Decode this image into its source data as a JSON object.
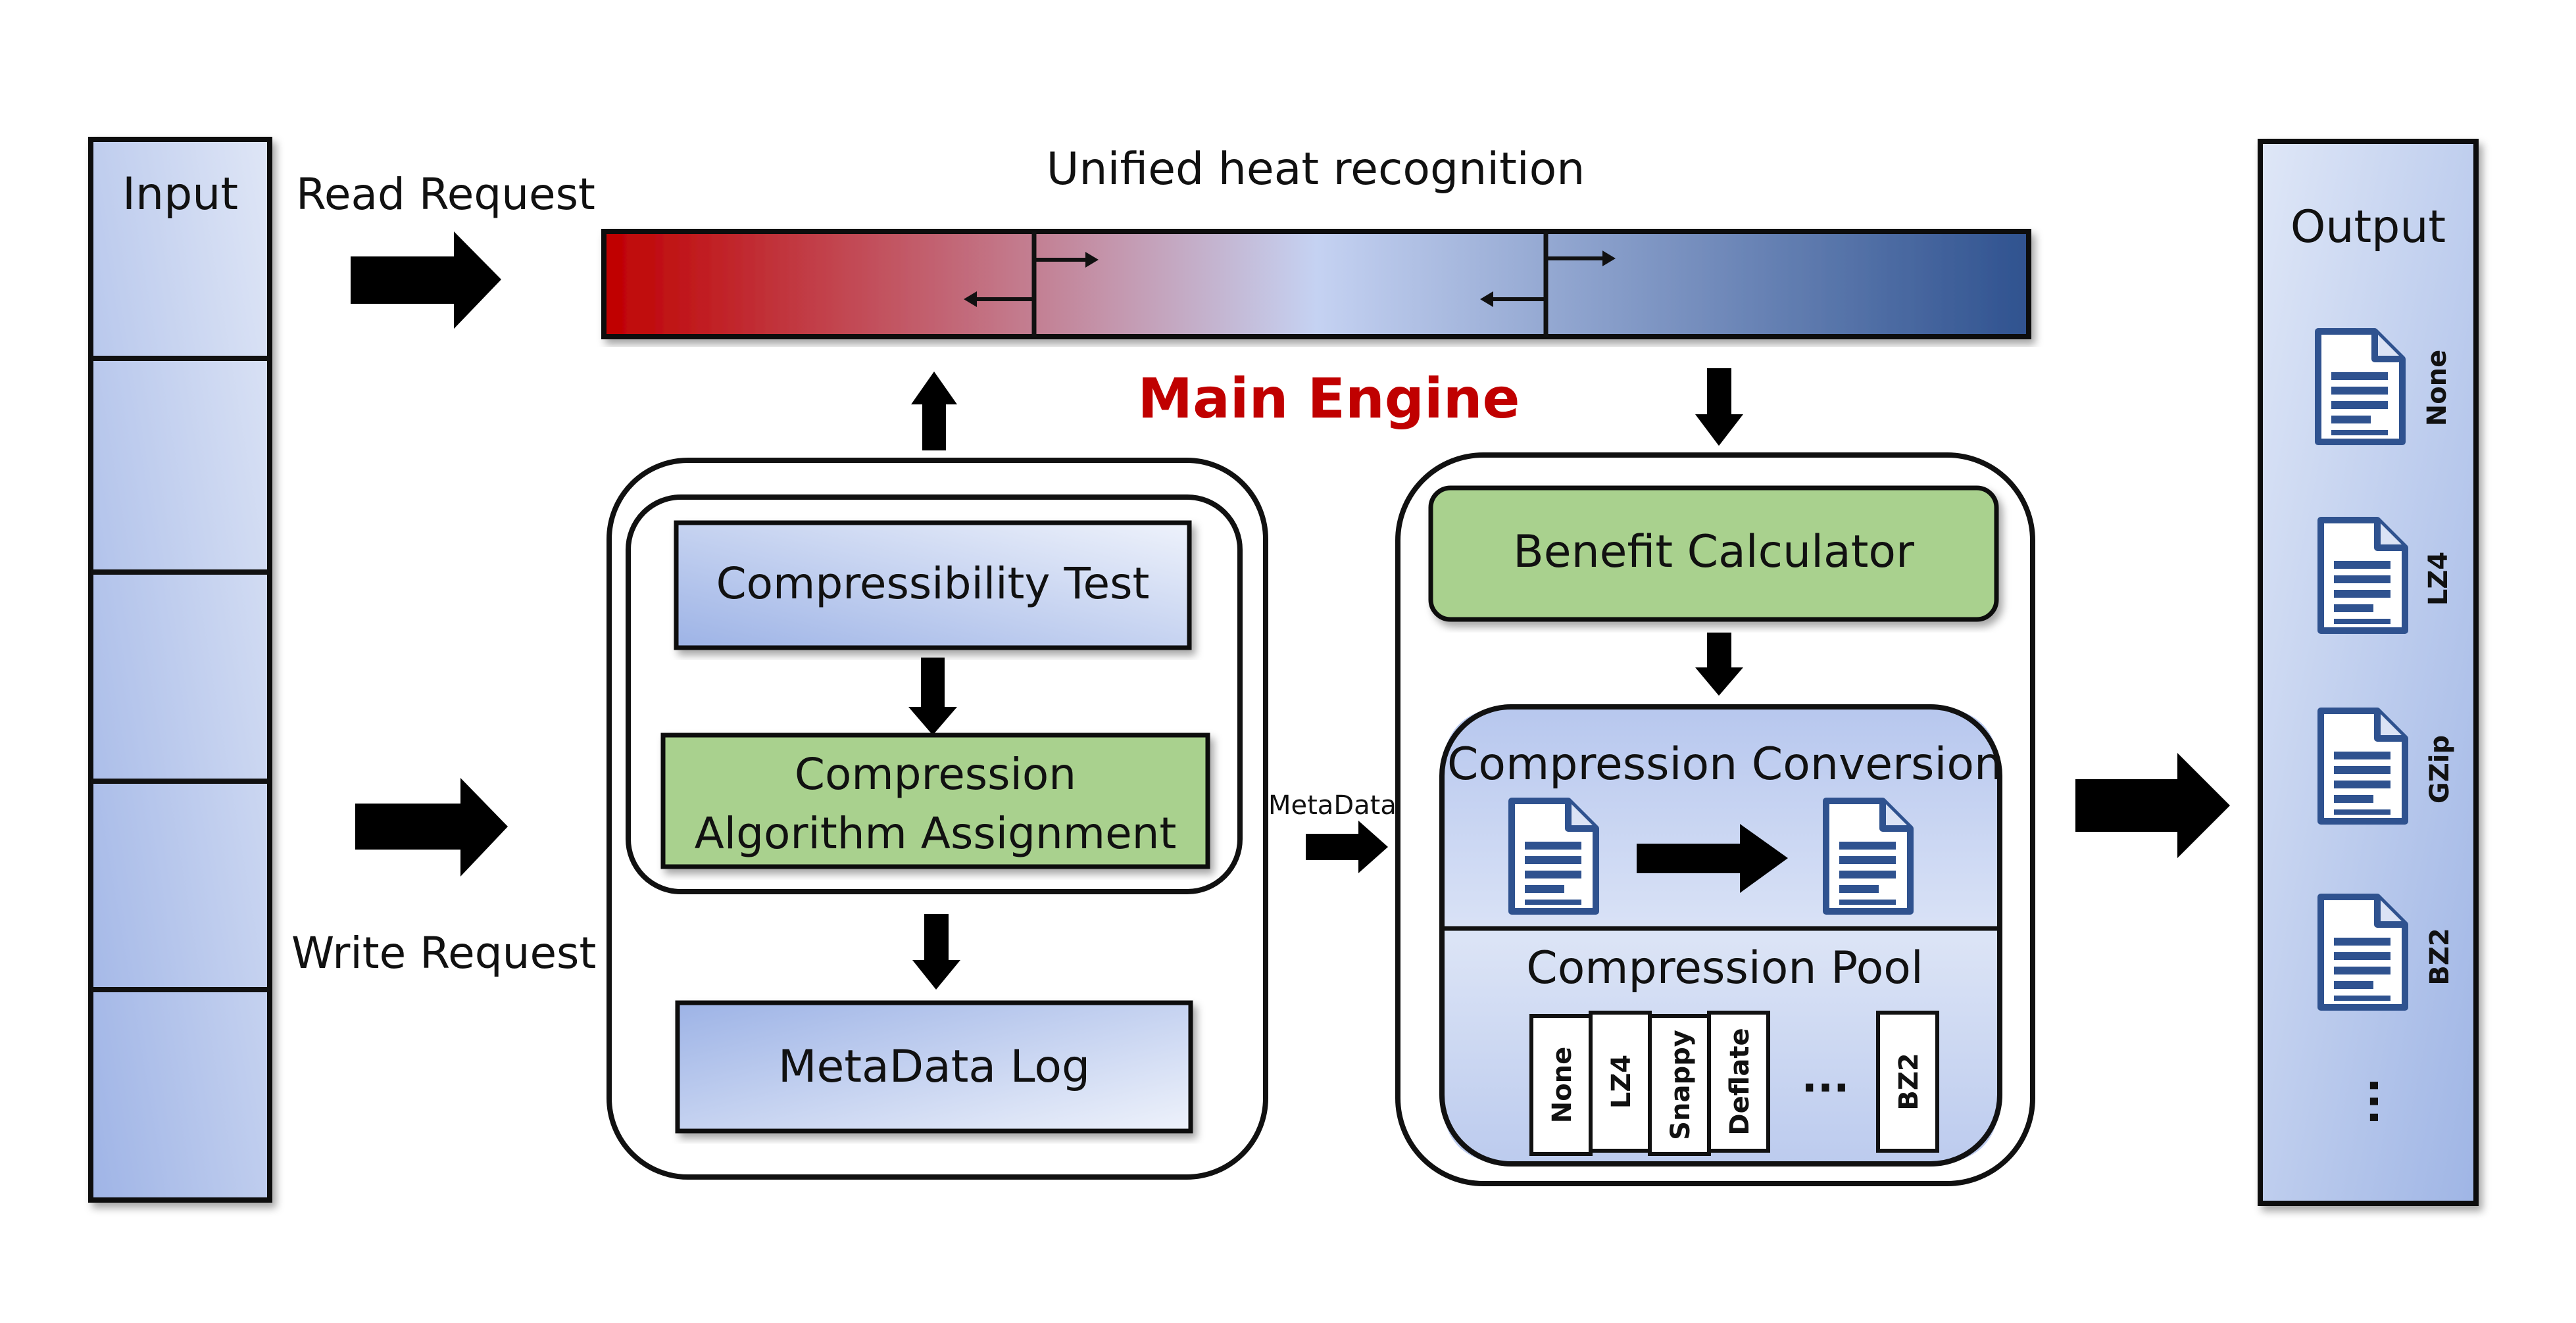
{
  "input": {
    "label": "Input"
  },
  "requests": {
    "read": "Read Request",
    "write": "Write Request"
  },
  "heat": {
    "title": "Unified heat recognition"
  },
  "engine": {
    "title": "Main Engine",
    "title_color": "#c00000"
  },
  "left_module": {
    "compressibility_test": "Compressibility Test",
    "assignment_line1": "Compression",
    "assignment_line2": "Algorithm Assignment",
    "metadata_log": "MetaData Log"
  },
  "metadata_arrow_label": "MetaData",
  "right_module": {
    "benefit_calculator": "Benefit Calculator",
    "conversion": "Compression Conversion",
    "pool": "Compression Pool",
    "pool_items": [
      "None",
      "LZ4",
      "Snappy",
      "Deflate",
      "BZ2"
    ],
    "pool_ellipsis": "..."
  },
  "output": {
    "label": "Output",
    "files": [
      "None",
      "LZ4",
      "GZip",
      "BZ2"
    ],
    "ellipsis": "..."
  },
  "colors": {
    "heat_hot": "#c00000",
    "heat_mid": "#c5d2f2",
    "heat_cold": "#2f528f",
    "green_box": "#a9d18e",
    "blue_box_light": "#e6edfa",
    "blue_box_dark": "#8fa8df",
    "file_icon": "#2f528f"
  }
}
